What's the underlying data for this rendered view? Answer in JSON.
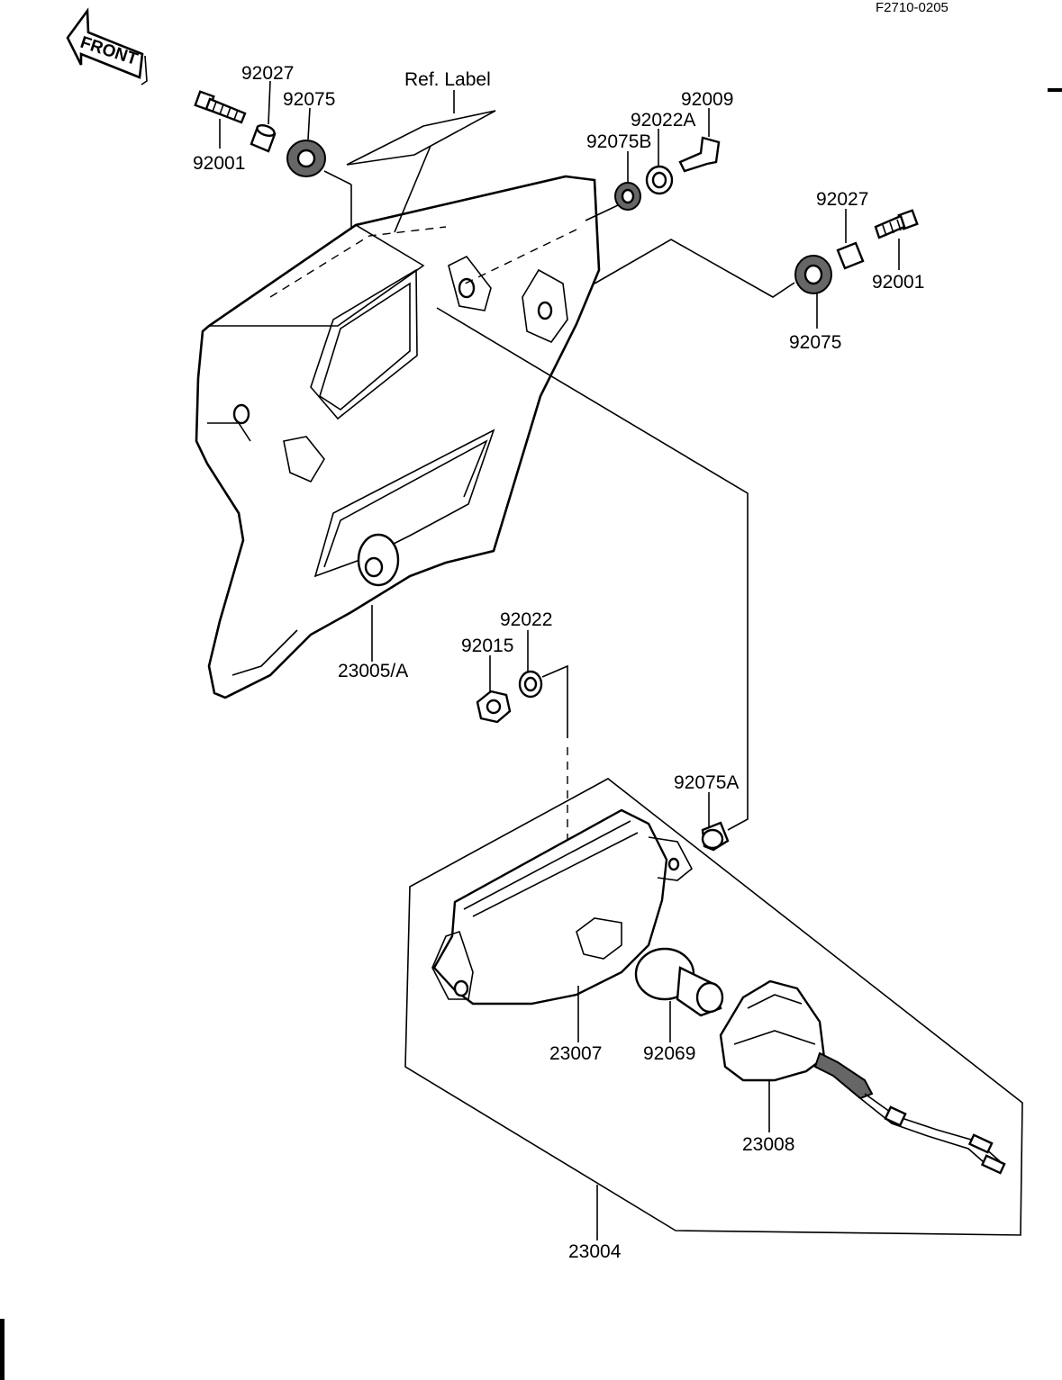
{
  "figure_code": "F2710-0205",
  "front_label": "FRONT",
  "ref_label": "Ref. Label",
  "parts": {
    "p92027_top": "92027",
    "p92075_top": "92075",
    "p92001_top": "92001",
    "p92009": "92009",
    "p92022A": "92022A",
    "p92075B": "92075B",
    "p92027_right": "92027",
    "p92001_right": "92001",
    "p92075_right": "92075",
    "p23005A": "23005/A",
    "p92022": "92022",
    "p92015": "92015",
    "p92075A": "92075A",
    "p23007": "23007",
    "p92069": "92069",
    "p23008": "23008",
    "p23004": "23004"
  }
}
